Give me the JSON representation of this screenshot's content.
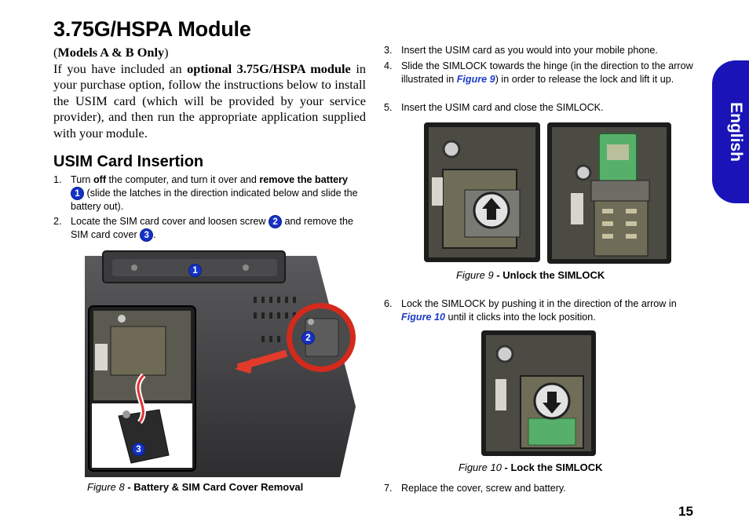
{
  "title": "3.75G/HSPA Module",
  "intro": {
    "models_open": "(",
    "models": "Models A & B Only",
    "models_close": ")",
    "line_pre": "If you have included an ",
    "line_bold": "optional 3.75G/HSPA module",
    "line_post": " in your purchase option, follow the instructions below to install the USIM card (which will be provided by your service provider), and then run the appropriate application supplied with your module."
  },
  "section_heading": "USIM Card Insertion",
  "left_steps": [
    {
      "num": "1.",
      "a": "Turn ",
      "b": "off",
      "c": " the computer, and turn it over and ",
      "d": "remove the battery",
      "badge": "1",
      "e": " (slide the latches in the direction indicated below and slide the battery out)."
    },
    {
      "num": "2.",
      "a": "Locate the SIM card cover and loosen screw ",
      "badge1": "2",
      "b": " and remove the SIM card cover ",
      "badge2": "3",
      "c": "."
    }
  ],
  "right_steps": {
    "s3": {
      "num": "3.",
      "text": "Insert the USIM card as you would into your mobile phone."
    },
    "s4": {
      "num": "4.",
      "a": "Slide the SIMLOCK towards the hinge (in the direction to the arrow illustrated in ",
      "ref": "Figure 9",
      "b": ") in order to release the lock and lift it up."
    },
    "s5": {
      "num": "5.",
      "text": "Insert the USIM card and close the SIMLOCK."
    },
    "s6": {
      "num": "6.",
      "a": "Lock the SIMLOCK by pushing it in the direction of the arrow in ",
      "ref": "Figure 10",
      "b": " until it clicks into the lock position."
    },
    "s7": {
      "num": "7.",
      "text": "Replace the cover, screw and battery."
    }
  },
  "figures": {
    "fig8": {
      "label": "Figure 8",
      "title": " - Battery & SIM Card Cover Removal",
      "badges": [
        "1",
        "2",
        "3"
      ]
    },
    "fig9": {
      "label": "Figure 9",
      "title": " - Unlock the SIMLOCK"
    },
    "fig10": {
      "label": "Figure 10",
      "title": " - Lock the SIMLOCK"
    }
  },
  "side_tab": "English",
  "page_number": "15",
  "colors": {
    "accent": "#1a14b8",
    "badge": "#1432c8",
    "link": "#1c3cc8"
  }
}
